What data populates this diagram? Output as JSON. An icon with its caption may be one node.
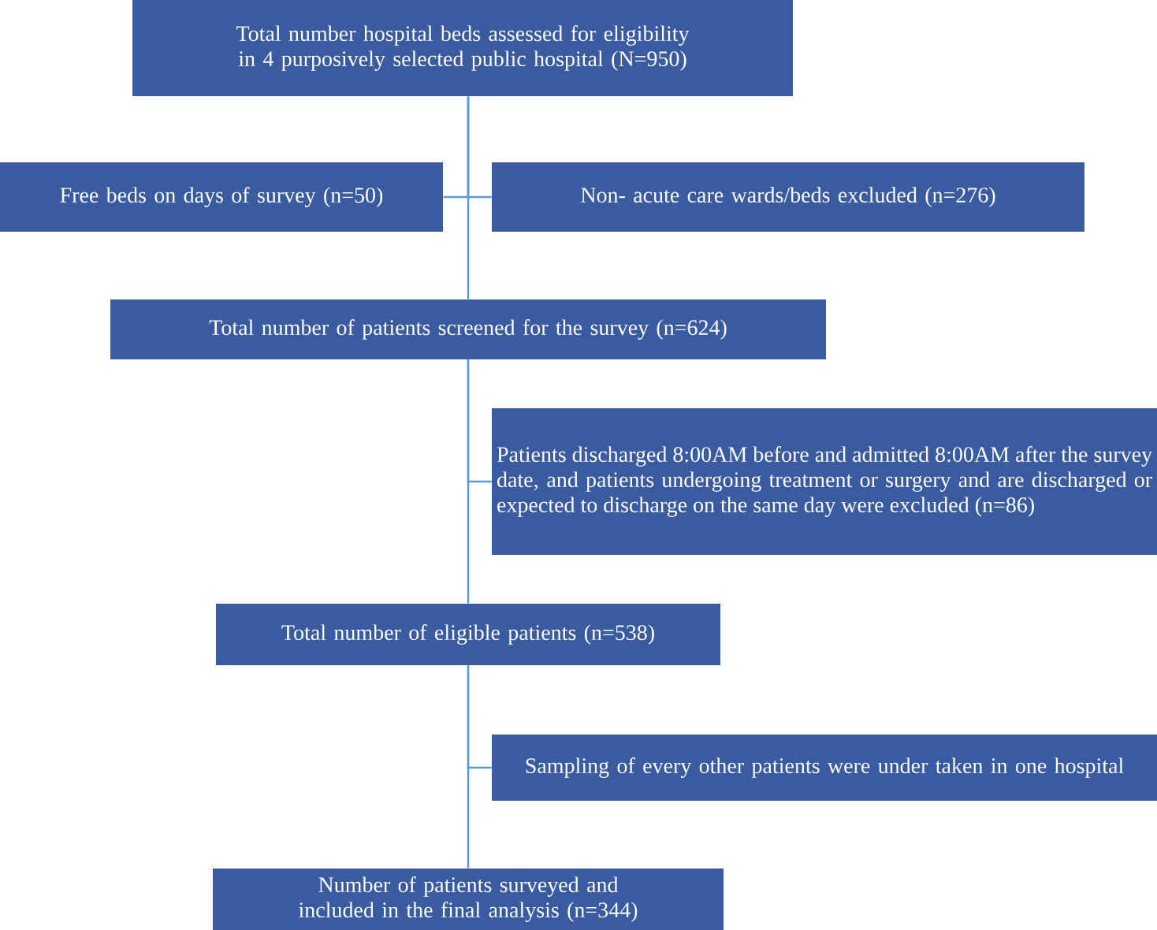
{
  "diagram": {
    "nodes": [
      {
        "text": [
          "Total number hospital beds assessed for eligibility in 4 purposively selected public hospital (N=950)"
        ]
      },
      {
        "text": [
          "Free beds on days of survey (n=50)"
        ]
      },
      {
        "text": [
          "Non- acute care wards/beds excluded (n=276)"
        ]
      },
      {
        "text": [
          "Total number of patients screened for the survey (n=624)"
        ]
      },
      {
        "text": [
          "Patients discharged 8:00AM before and admitted 8:00AM after the survey date, and patients undergoing treatment or surgery and are discharged or expected to discharge on the same day were excluded (n=86)"
        ]
      },
      {
        "text": [
          "Total number of eligible patients (n=538)"
        ]
      },
      {
        "text": [
          "Sampling of every other patients were under taken in one hospital"
        ]
      },
      {
        "text": [
          "Number of patients surveyed and included in the final analysis (n=344)"
        ]
      }
    ],
    "edges": [
      {
        "from": 0,
        "to": 1,
        "arrow": "none"
      },
      {
        "from": 0,
        "to": 2,
        "arrow": "none"
      },
      {
        "from": 0,
        "to": 3,
        "arrow": "none"
      },
      {
        "from": 3,
        "to": 4,
        "arrow": "none"
      },
      {
        "from": 3,
        "to": 5,
        "arrow": "none"
      },
      {
        "from": 5,
        "to": 6,
        "arrow": "none"
      },
      {
        "from": 5,
        "to": 7,
        "arrow": "none"
      }
    ]
  }
}
